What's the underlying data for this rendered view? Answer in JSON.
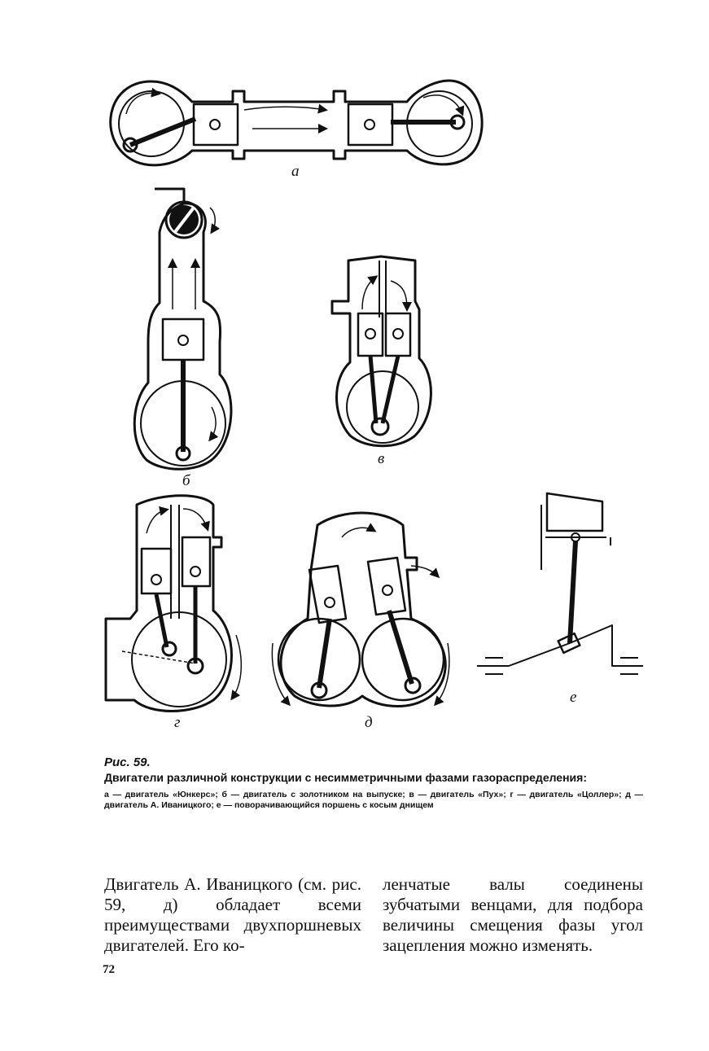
{
  "figure": {
    "labels": {
      "a": "а",
      "b": "б",
      "v": "в",
      "g": "г",
      "d": "д",
      "e": "е"
    }
  },
  "caption": {
    "number": "Рис. 59.",
    "title": "Двигатели различной конструкции с несимметричными фазами газораспределения:",
    "description": "а — двигатель «Юнкерс»; б — двигатель с золотником на выпуске; в — двигатель «Пух»; г — двигатель «Цоллер»; д — двигатель А. Иваницкого; е — поворачивающийся поршень с косым днищем"
  },
  "body": {
    "left_column": "Двигатель А. Иваницкого (см. рис. 59, д) обладает всеми преимуществами двухпоршневых двигателей. Его ко-",
    "right_column": "ленчатые валы соединены зубчатыми венцами, для подбора величины смещения фазы угол зацепления можно изменять."
  },
  "page_number": "72"
}
